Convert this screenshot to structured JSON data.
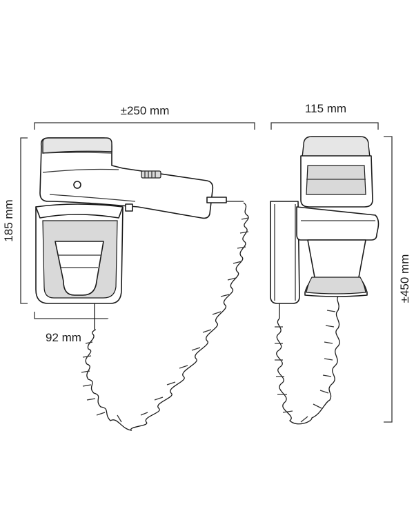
{
  "dimensions": {
    "total_width": "±250 mm",
    "side_width": "115 mm",
    "height": "185 mm",
    "holder_width": "92 mm",
    "cord_length": "±450 mm"
  },
  "colors": {
    "outline": "#1a1a1a",
    "shade": "#d9d9d9",
    "grille": "#e6e6e6",
    "background": "#ffffff"
  }
}
